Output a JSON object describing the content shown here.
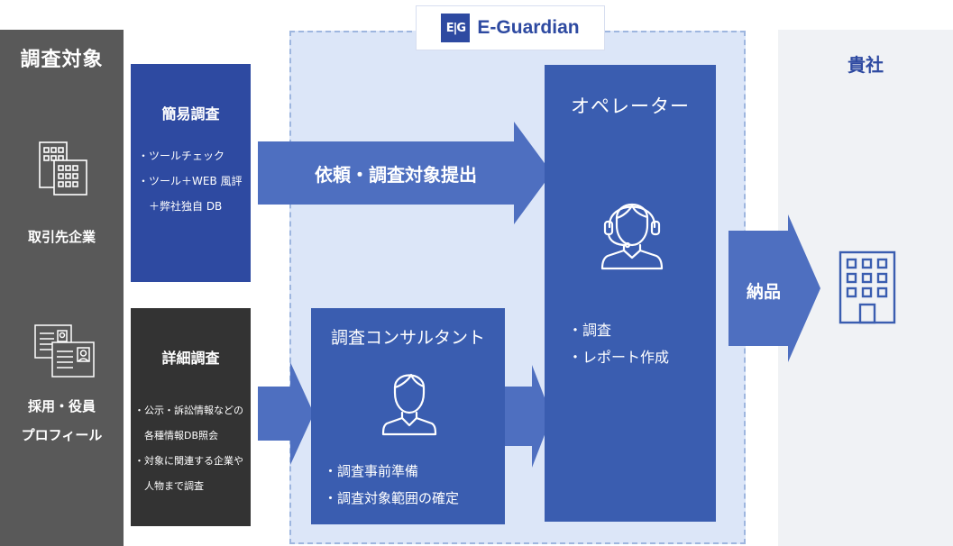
{
  "left": {
    "title": "調査対象",
    "company_label": "取引先企業",
    "person_label_line1": "採用・役員",
    "person_label_line2": "プロフィール"
  },
  "simple": {
    "title": "簡易調査",
    "items": [
      "・ツールチェック",
      "・ツール＋WEB 風評",
      "　＋弊社独自 DB"
    ]
  },
  "detail": {
    "title": "詳細調査",
    "items": [
      "・公示・訴訟情報などの",
      "　各種情報DB照会",
      "・対象に関連する企業や",
      "　人物まで調査"
    ]
  },
  "logo": {
    "mark": "E|G",
    "text": "E-Guardian"
  },
  "arrow_request": "依頼・調査対象提出",
  "operator": {
    "title": "オペレーター",
    "items": [
      "・調査",
      "・レポート作成"
    ]
  },
  "consultant": {
    "title": "調査コンサルタント",
    "items": [
      "・調査事前準備",
      "・調査対象範囲の確定"
    ]
  },
  "arrow_delivery": "納品",
  "right": {
    "title": "貴社"
  },
  "colors": {
    "navy": "#2e4aa1",
    "blue": "#3a5db0",
    "arrow": "#4e6fc0",
    "gray": "#595959",
    "dark": "#333333",
    "region": "#dce6f8"
  }
}
